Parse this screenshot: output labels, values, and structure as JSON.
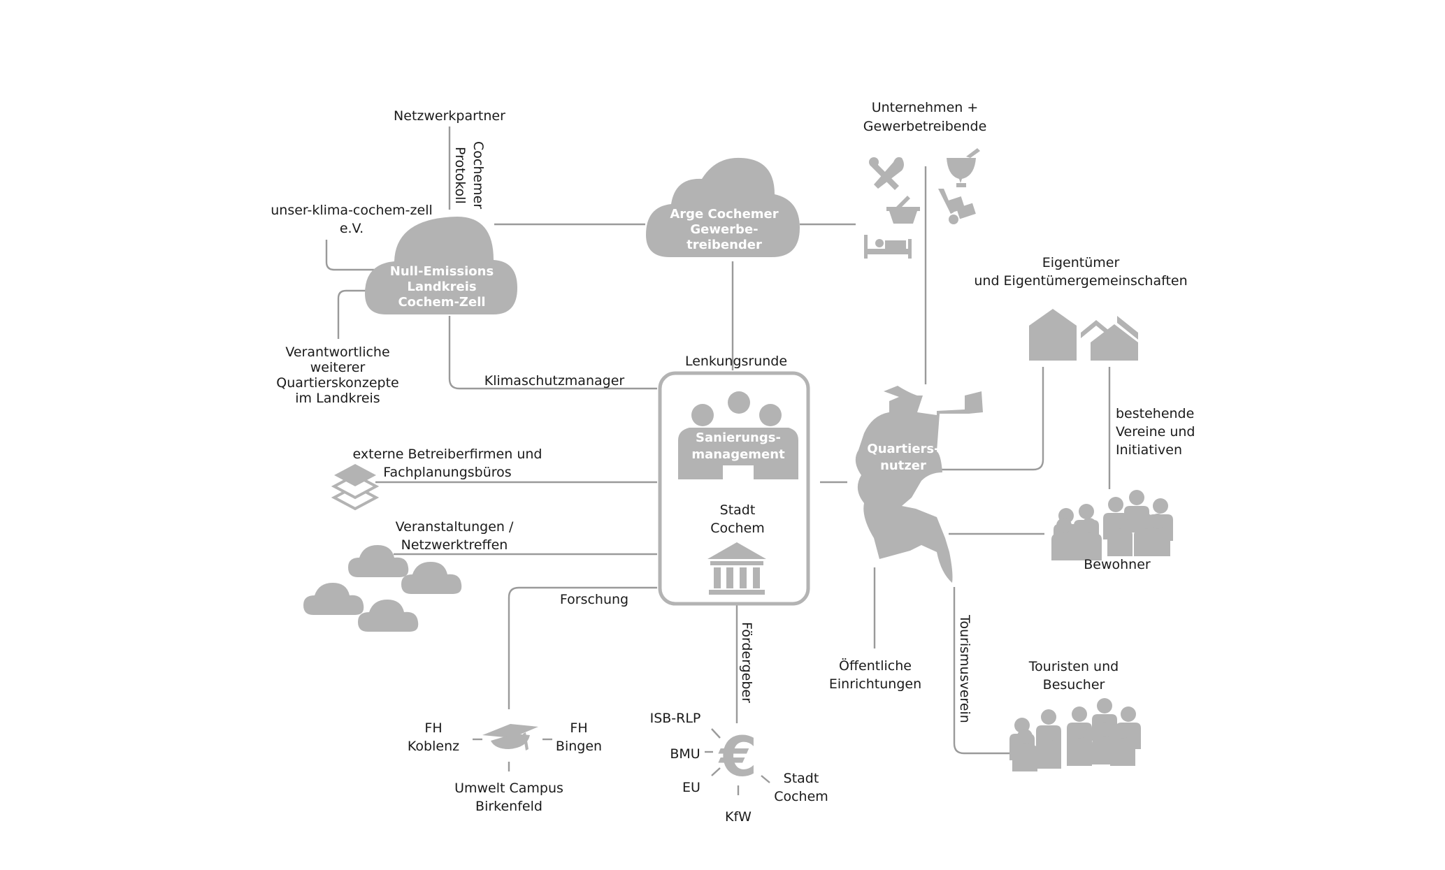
{
  "labels": {
    "netzwerkpartner": "Netzwerkpartner",
    "cochemer": "Cochemer",
    "protokoll": "Protokoll",
    "unser_klima_1": "unser-klima-cochem-zell",
    "unser_klima_2": "e.V.",
    "verantwortliche_1": "Verantwortliche",
    "verantwortliche_2": "weiterer",
    "verantwortliche_3": "Quartierskonzepte",
    "verantwortliche_4": "im Landkreis",
    "klimaschutzmanager": "Klimaschutzmanager",
    "lenkungsrunde": "Lenkungsrunde",
    "unternehmen_1": "Unternehmen +",
    "unternehmen_2": "Gewerbetreibende",
    "eigentuemer_1": "Eigentümer",
    "eigentuemer_2": "und Eigentümergemeinschaften",
    "vereine_1": "bestehende",
    "vereine_2": "Vereine und",
    "vereine_3": "Initiativen",
    "bewohner": "Bewohner",
    "externe_1": "externe Betreiberfirmen und",
    "externe_2": "Fachplanungsbüros",
    "veranstaltungen_1": "Veranstaltungen /",
    "veranstaltungen_2": "Netzwerktreffen",
    "forschung": "Forschung",
    "fh_koblenz_1": "FH",
    "fh_koblenz_2": "Koblenz",
    "fh_bingen_1": "FH",
    "fh_bingen_2": "Bingen",
    "umwelt_1": "Umwelt Campus",
    "umwelt_2": "Birkenfeld",
    "foerdergeber": "Fördergeber",
    "isb": "ISB-RLP",
    "bmu": "BMU",
    "eu": "EU",
    "kfw": "KfW",
    "stadt_cochem_f_1": "Stadt",
    "stadt_cochem_f_2": "Cochem",
    "oeffentliche_1": "Öffentliche",
    "oeffentliche_2": "Einrichtungen",
    "tourismusverein": "Tourismusverein",
    "touristen_1": "Touristen und",
    "touristen_2": "Besucher",
    "stadt_cochem_c_1": "Stadt",
    "stadt_cochem_c_2": "Cochem"
  },
  "nodes": {
    "null_emissions": [
      "Null-Emissions",
      "Landkreis",
      "Cochem-Zell"
    ],
    "arge": [
      "Arge Cochemer",
      "Gewerbe-",
      "treibender"
    ],
    "sanierung": [
      "Sanierungs-",
      "management"
    ],
    "quartier": [
      "Quartiers-",
      "nutzer"
    ]
  },
  "icons": {
    "euro_symbol": "€"
  },
  "colors": {
    "icon_gray": "#b3b3b3",
    "line_gray": "#9a9a9a",
    "text": "#1a1a1a"
  }
}
